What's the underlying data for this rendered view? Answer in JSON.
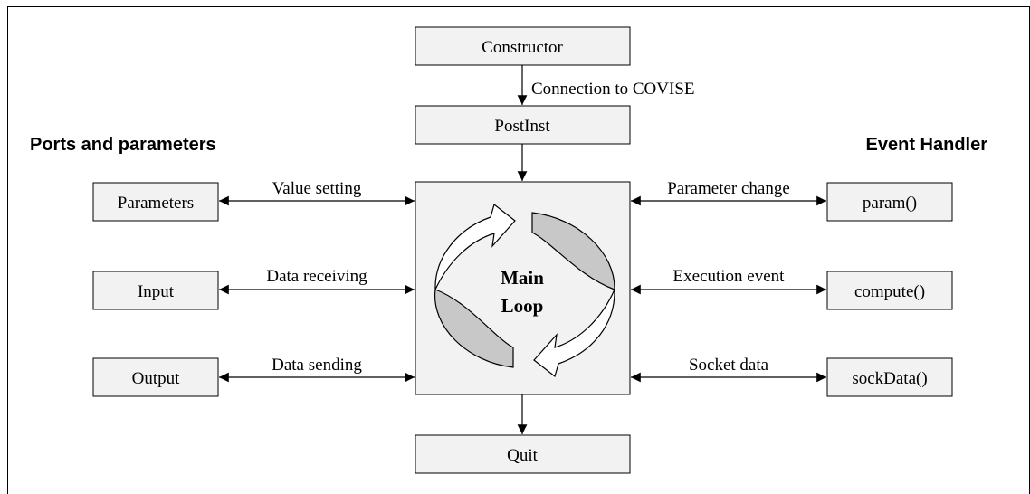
{
  "headings": {
    "left": "Ports and parameters",
    "right": "Event Handler"
  },
  "center": {
    "constructor": "Constructor",
    "connection": "Connection to COVISE",
    "postinst": "PostInst",
    "main_loop_line1": "Main",
    "main_loop_line2": "Loop",
    "quit": "Quit"
  },
  "left_boxes": [
    {
      "box": "Parameters",
      "edge": "Value setting"
    },
    {
      "box": "Input",
      "edge": "Data receiving"
    },
    {
      "box": "Output",
      "edge": "Data sending"
    }
  ],
  "right_boxes": [
    {
      "box": "param()",
      "edge": "Parameter change"
    },
    {
      "box": "compute()",
      "edge": "Execution event"
    },
    {
      "box": "sockData()",
      "edge": "Socket data"
    }
  ],
  "colors": {
    "box_fill": "#f2f2f2",
    "loop_arrow_fill": "#c8c8c8"
  }
}
